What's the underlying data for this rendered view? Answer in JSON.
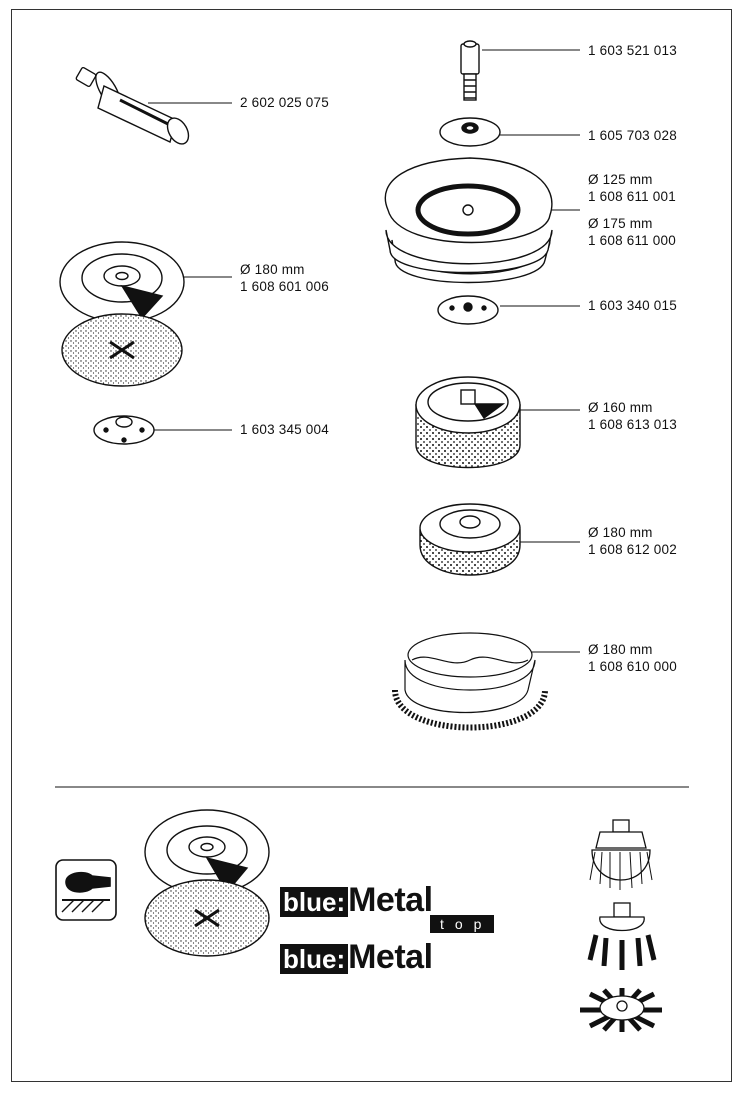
{
  "parts": {
    "handle": {
      "code": "2 602 025 075"
    },
    "backing_pad": {
      "diameter": "Ø 180 mm",
      "code": "1 608 601 006"
    },
    "nut_left": {
      "code": "1 603 345 004"
    },
    "spindle": {
      "code": "1 603 521 013"
    },
    "washer": {
      "code": "1 605 703 028"
    },
    "disc_125": {
      "diameter": "Ø 125 mm",
      "code": "1 608 611 001"
    },
    "disc_175": {
      "diameter": "Ø 175 mm",
      "code": "1 608 611 000"
    },
    "nut_right": {
      "code": "1 603 340 015"
    },
    "cup_160": {
      "diameter": "Ø 160 mm",
      "code": "1 608 613 013"
    },
    "cup_180": {
      "diameter": "Ø 180 mm",
      "code": "1 608 612 002"
    },
    "brush_180": {
      "diameter": "Ø 180 mm",
      "code": "1 608 610 000"
    }
  },
  "brand": {
    "blue": "blue:",
    "metal": "Metal",
    "top": "top"
  },
  "icons": [
    "grinder-icon",
    "cup-brush-icon",
    "knot-cup-brush-icon",
    "knot-wheel-brush-icon"
  ]
}
